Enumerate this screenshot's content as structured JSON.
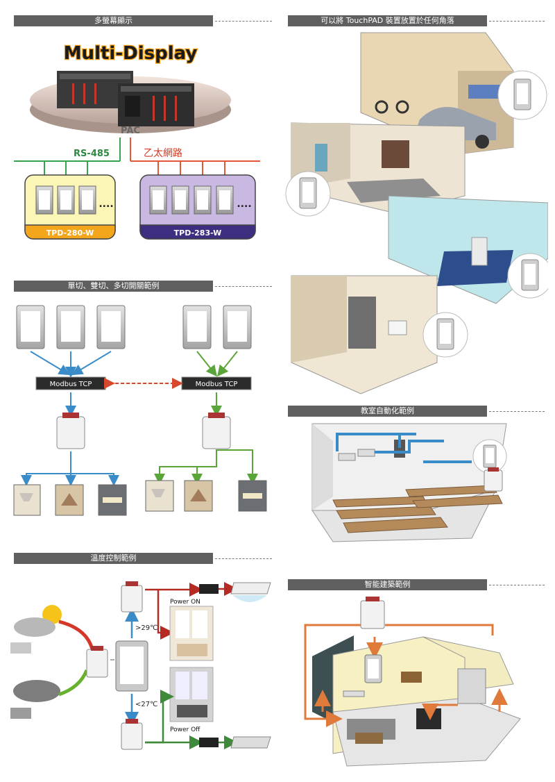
{
  "sections": {
    "multi_display": {
      "title": "多螢幕顯示",
      "banner": "Multi-Display",
      "pac_label": "PAC",
      "rs485_label": "RS-485",
      "ethernet_label": "乙太網路",
      "group_left_label": "TPD-280-W",
      "group_right_label": "TPD-283-W",
      "ellipsis": "....",
      "colors": {
        "left_group": "#fbf6b5",
        "right_group": "#c9b9e2",
        "left_tab": "#f3a51b",
        "right_tab": "#3f2e80",
        "rs485": "#35a24f",
        "ethernet": "#e4563c"
      }
    },
    "touchpad_anywhere": {
      "title": "可以將 TouchPAD 裝置放置於任何角落"
    },
    "switching": {
      "title": "單切、雙切、多切開關範例",
      "modbus_left": "Modbus TCP",
      "modbus_right": "Modbus TCP"
    },
    "classroom": {
      "title": "教室自動化範例"
    },
    "temperature": {
      "title": "溫度控制範例",
      "high_label": ">29℃",
      "low_label": "<27℃",
      "power_on": "Power ON",
      "power_off": "Power Off"
    },
    "smart_building": {
      "title": "智能建築範例"
    }
  },
  "icons": [
    "touchpad-icon",
    "wifi-module-icon",
    "lamp-icon",
    "air-conditioner-icon",
    "sun-cloud-icon",
    "rain-cloud-icon"
  ]
}
